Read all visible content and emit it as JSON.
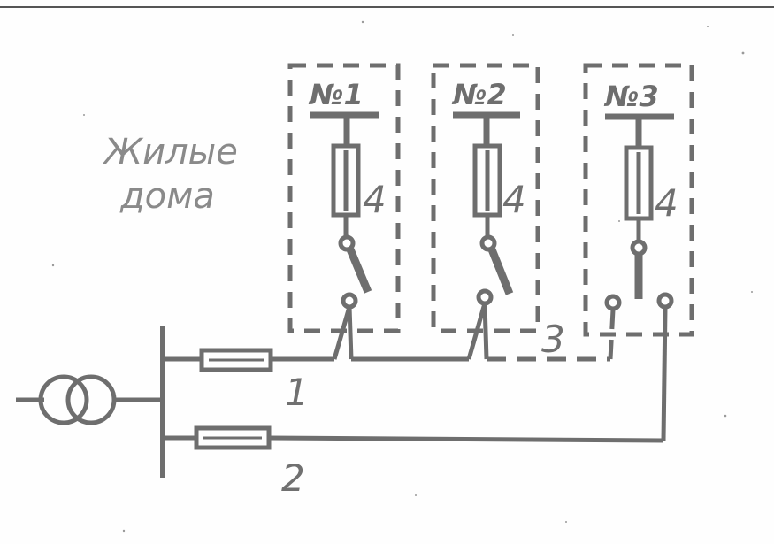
{
  "diagram": {
    "caption_line1": "Жилые",
    "caption_line2": "дома",
    "houses": [
      {
        "number": "№1",
        "fuse_label": "4"
      },
      {
        "number": "№2",
        "fuse_label": "4"
      },
      {
        "number": "№3",
        "fuse_label": "4"
      }
    ],
    "lines": [
      {
        "label": "1"
      },
      {
        "label": "2"
      },
      {
        "label": "3"
      }
    ],
    "colors": {
      "ink": "#8c8c8c",
      "ink_dark": "#6e6e6e",
      "paper": "#fefefe"
    }
  }
}
